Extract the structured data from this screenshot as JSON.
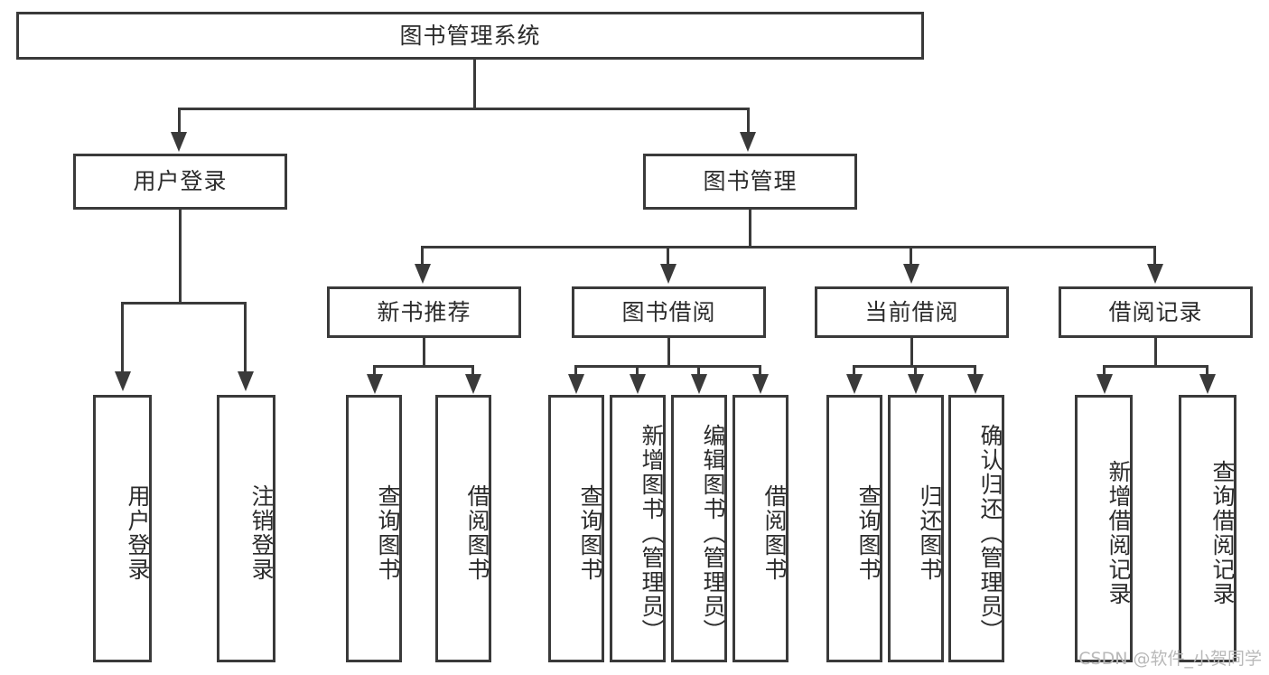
{
  "diagram": {
    "type": "tree-hierarchy",
    "title": "图书管理系统",
    "root": {
      "id": "root",
      "label": "图书管理系统",
      "orientation": "horizontal"
    },
    "level1": [
      {
        "id": "user-login",
        "label": "用户登录",
        "orientation": "horizontal"
      },
      {
        "id": "book-manage",
        "label": "图书管理",
        "orientation": "horizontal"
      }
    ],
    "level2": [
      {
        "id": "new-book-rec",
        "label": "新书推荐",
        "orientation": "horizontal",
        "parent": "book-manage"
      },
      {
        "id": "book-borrow",
        "label": "图书借阅",
        "orientation": "horizontal",
        "parent": "book-manage"
      },
      {
        "id": "current-borrow",
        "label": "当前借阅",
        "orientation": "horizontal",
        "parent": "book-manage"
      },
      {
        "id": "borrow-record",
        "label": "借阅记录",
        "orientation": "horizontal",
        "parent": "book-manage"
      }
    ],
    "leaves": {
      "user_login": [
        {
          "id": "leaf-user-login",
          "label": "用户登录"
        },
        {
          "id": "leaf-logout-login",
          "label": "注销登录"
        }
      ],
      "new_book_rec": [
        {
          "id": "leaf-query-book-1",
          "label": "查询图书"
        },
        {
          "id": "leaf-borrow-book-1",
          "label": "借阅图书"
        }
      ],
      "book_borrow": [
        {
          "id": "leaf-query-book-2",
          "label": "查询图书"
        },
        {
          "id": "leaf-add-book",
          "label": "新增图书（管理员）"
        },
        {
          "id": "leaf-edit-book",
          "label": "编辑图书（管理员）"
        },
        {
          "id": "leaf-borrow-book-2",
          "label": "借阅图书"
        }
      ],
      "current_borrow": [
        {
          "id": "leaf-query-book-3",
          "label": "查询图书"
        },
        {
          "id": "leaf-return-book",
          "label": "归还图书"
        },
        {
          "id": "leaf-confirm-return",
          "label": "确认归还（管理员）"
        }
      ],
      "borrow_record": [
        {
          "id": "leaf-add-record",
          "label": "新增借阅记录"
        },
        {
          "id": "leaf-query-record",
          "label": "查询借阅记录"
        }
      ]
    }
  },
  "watermark": {
    "text": "CSDN @软件_小贺同学"
  },
  "colors": {
    "stroke": "#3a3a3a",
    "background": "#ffffff",
    "text": "#2b2b2b",
    "watermark": "#b9b9b9"
  }
}
